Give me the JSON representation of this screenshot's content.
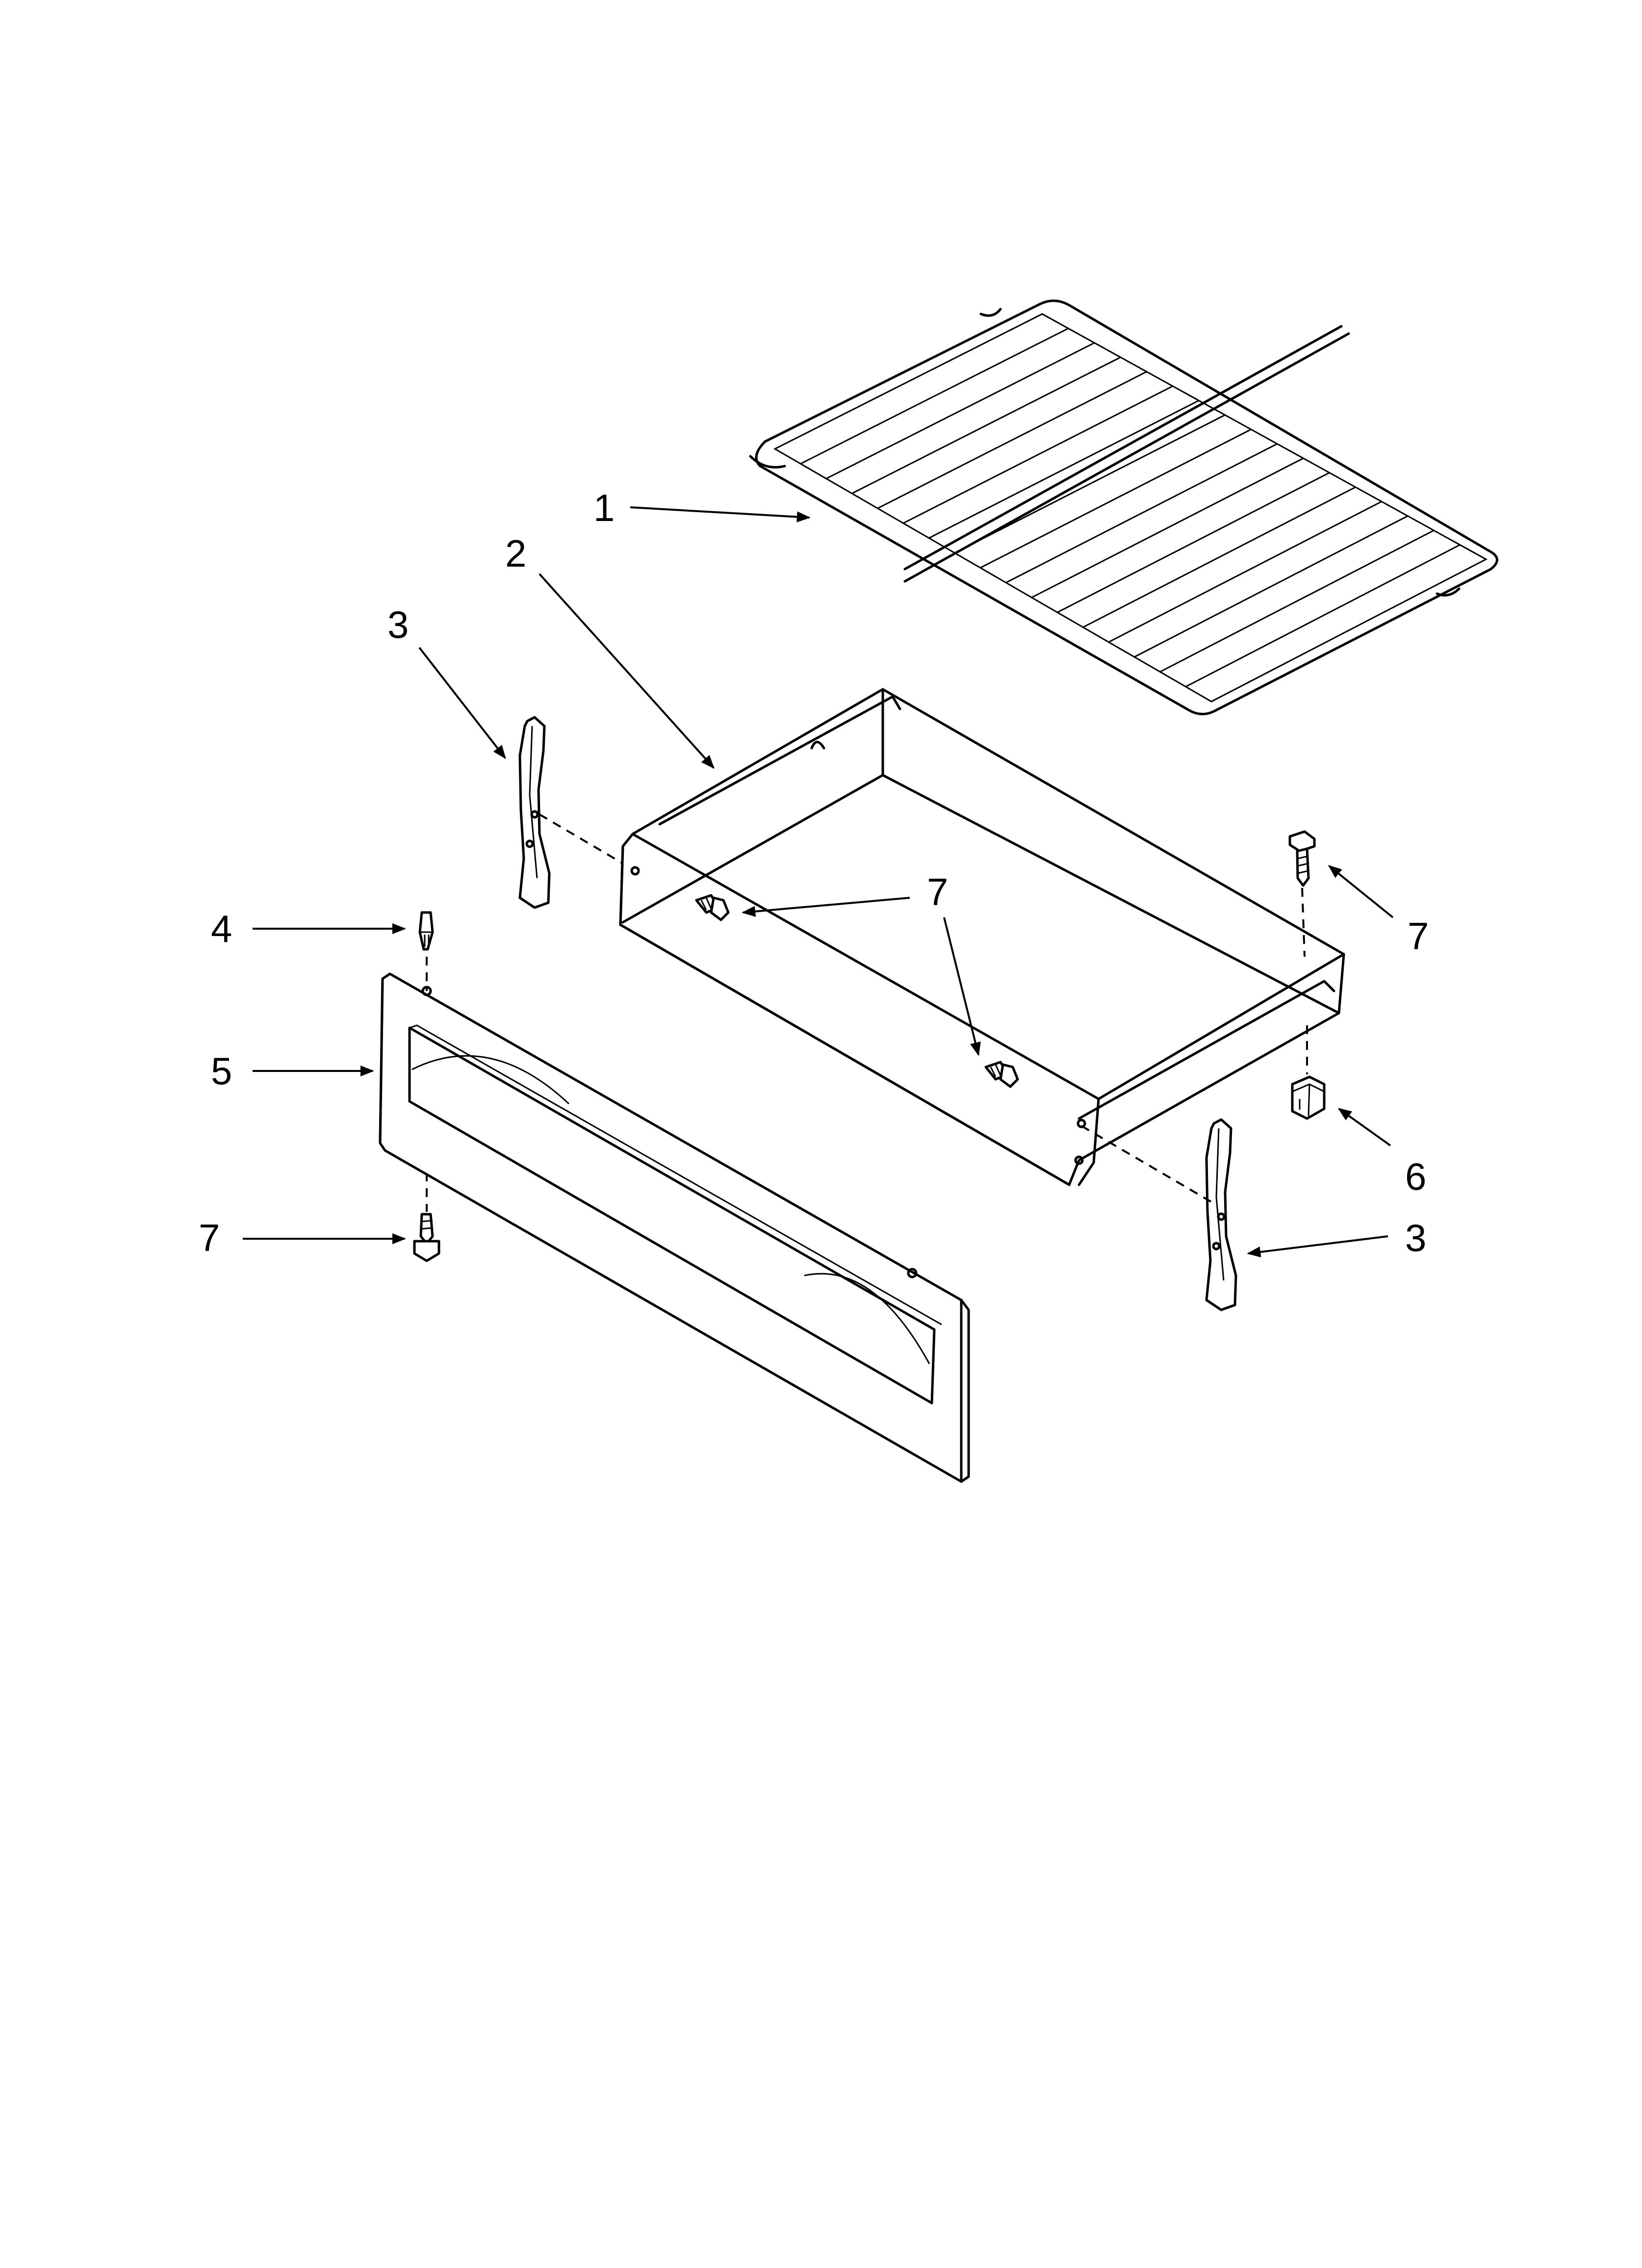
{
  "diagram": {
    "callouts": [
      {
        "id": "c1",
        "label": "1"
      },
      {
        "id": "c2",
        "label": "2"
      },
      {
        "id": "c3a",
        "label": "3"
      },
      {
        "id": "c3b",
        "label": "3"
      },
      {
        "id": "c4",
        "label": "4"
      },
      {
        "id": "c5",
        "label": "5"
      },
      {
        "id": "c6",
        "label": "6"
      },
      {
        "id": "c7a",
        "label": "7"
      },
      {
        "id": "c7b",
        "label": "7"
      },
      {
        "id": "c7c",
        "label": "7"
      }
    ]
  }
}
